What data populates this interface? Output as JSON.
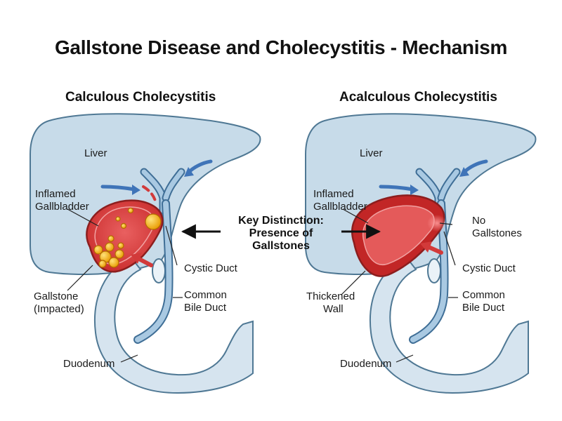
{
  "title": "Gallstone Disease and Cholecystitis - Mechanism",
  "panels": {
    "left": {
      "heading": "Calculous Cholecystitis",
      "liver": "Liver",
      "gallbladder_line1": "Inflamed",
      "gallbladder_line2": "Gallbladder",
      "stone_line1": "Gallstone",
      "stone_line2": "(Impacted)",
      "cystic_duct": "Cystic Duct",
      "common_line1": "Common",
      "common_line2": "Bile Duct",
      "duodenum": "Duodenum"
    },
    "right": {
      "heading": "Acalculous Cholecystitis",
      "liver": "Liver",
      "gallbladder_line1": "Inflamed",
      "gallbladder_line2": "Gallbladder",
      "no_stones_line1": "No",
      "no_stones_line2": "Gallstones",
      "wall_line1": "Thickened",
      "wall_line2": "Wall",
      "cystic_duct": "Cystic Duct",
      "common_line1": "Common",
      "common_line2": "Bile Duct",
      "duodenum": "Duodenum"
    }
  },
  "key_distinction": {
    "line1": "Key Distinction:",
    "line2": "Presence of",
    "line3": "Gallstones"
  },
  "colors": {
    "liver_fill": "#c7dbe9",
    "liver_stroke": "#4f7894",
    "duct_fill": "#a9c9e2",
    "duct_stroke": "#3f6e96",
    "gallbladder_fill": "#d93a3a",
    "gallbladder_stroke": "#8c1e1e",
    "stone_fill": "#f4b400",
    "arrow_blue": "#3f74b8",
    "arrow_red": "#d23a3a"
  }
}
